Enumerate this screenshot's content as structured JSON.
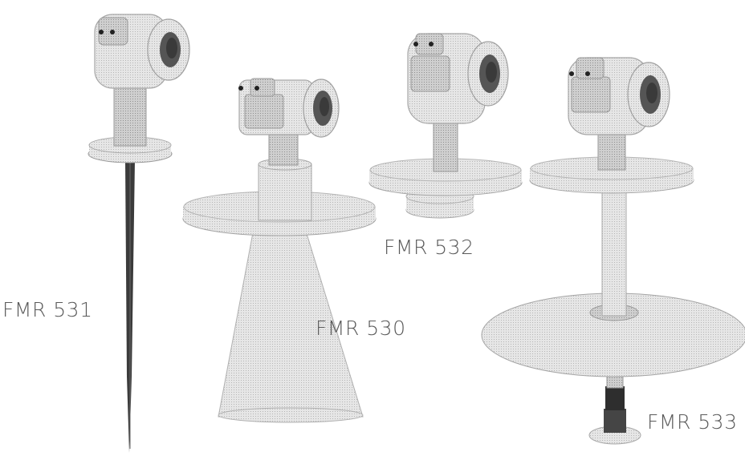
{
  "labels": {
    "fmr531": "FMR 531",
    "fmr530": "FMR 530",
    "fmr532": "FMR 532",
    "fmr533": "FMR 533"
  },
  "colors": {
    "background": "#ffffff",
    "metal": "#d9d9d9",
    "metal_dark": "#9a9a9a",
    "housing": "#e3e3e3",
    "rod": "#3a3a3a",
    "lens": "#555555",
    "label": "#5a5a5a"
  }
}
